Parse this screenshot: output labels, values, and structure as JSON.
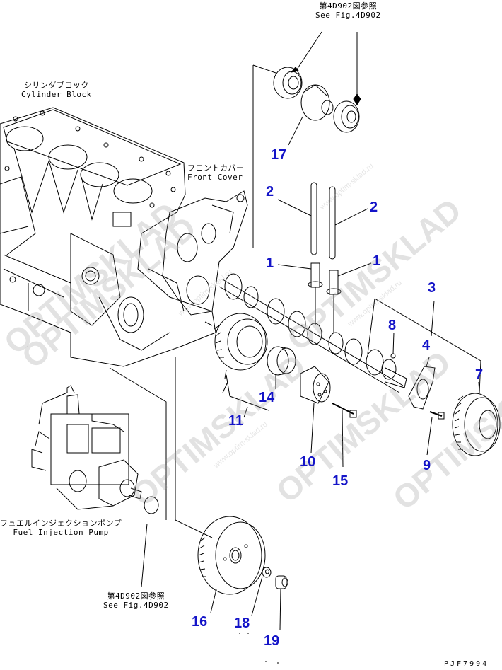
{
  "diagram": {
    "type": "exploded-parts-diagram",
    "subject": "Camshaft and timing gears",
    "drawing_code": "PJF7994",
    "references": {
      "top_see_fig": {
        "jp": "第4D902図参照",
        "en": "See Fig.4D902"
      },
      "cylinder_block": {
        "jp": "シリンダブロック",
        "en": "Cylinder Block"
      },
      "front_cover": {
        "jp": "フロントカバー",
        "en": "Front Cover"
      },
      "fuel_injection_pump": {
        "jp": "フュエルインジェクションポンプ",
        "en": "Fuel Injection Pump"
      },
      "bottom_see_fig": {
        "jp": "第4D902図参照",
        "en": "See Fig.4D902"
      }
    },
    "callouts": [
      {
        "id": "c1a",
        "label": "1",
        "part": "valve tappet"
      },
      {
        "id": "c1b",
        "label": "1",
        "part": "valve tappet"
      },
      {
        "id": "c2a",
        "label": "2",
        "part": "push rod"
      },
      {
        "id": "c2b",
        "label": "2",
        "part": "push rod"
      },
      {
        "id": "c3",
        "label": "3",
        "part": "camshaft assembly"
      },
      {
        "id": "c4",
        "label": "4",
        "part": "thrust plate"
      },
      {
        "id": "c7",
        "label": "7",
        "part": "camshaft gear"
      },
      {
        "id": "c8",
        "label": "8",
        "part": "pin"
      },
      {
        "id": "c9",
        "label": "9",
        "part": "bolt"
      },
      {
        "id": "c10",
        "label": "10",
        "part": "idler shaft"
      },
      {
        "id": "c11",
        "label": "11",
        "part": "idler gear assembly"
      },
      {
        "id": "c14",
        "label": "14",
        "part": "bushing"
      },
      {
        "id": "c15",
        "label": "15",
        "part": "bolt"
      },
      {
        "id": "c16",
        "label": "16",
        "part": "injection pump gear"
      },
      {
        "id": "c17",
        "label": "17",
        "part": "gear with bearings"
      },
      {
        "id": "c18",
        "label": "18",
        "part": "washer"
      },
      {
        "id": "c19",
        "label": "19",
        "part": "nut"
      }
    ],
    "watermark": {
      "brand": "OPTIMSKLAD",
      "url": "www.optim-sklad.ru"
    },
    "colors": {
      "callout": "#1414c8",
      "line": "#000000",
      "watermark": "#969696"
    }
  }
}
